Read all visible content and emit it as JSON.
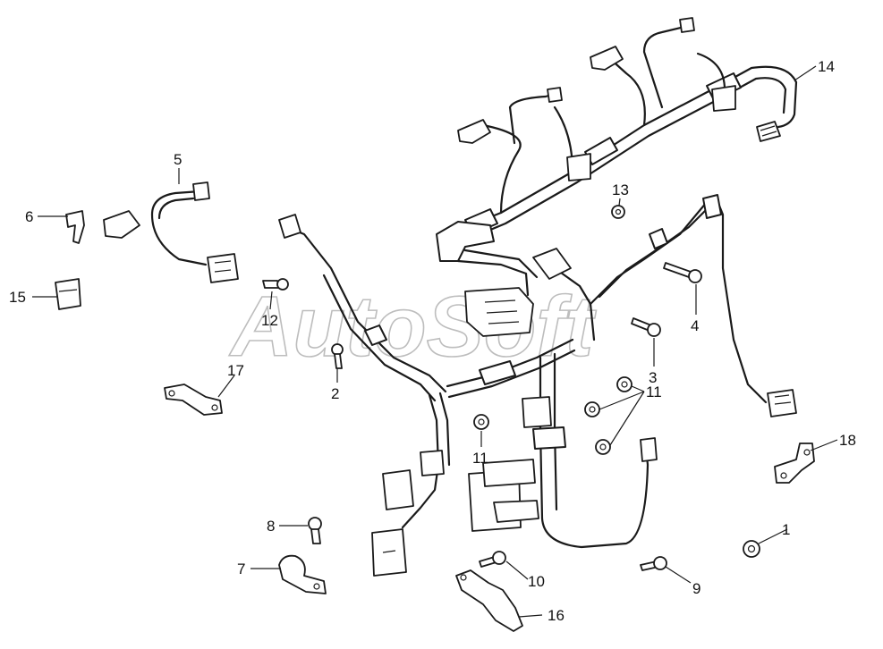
{
  "watermark": "AutoSoft",
  "callouts": [
    {
      "id": "1",
      "label": "1"
    },
    {
      "id": "2",
      "label": "2"
    },
    {
      "id": "3",
      "label": "3"
    },
    {
      "id": "4",
      "label": "4"
    },
    {
      "id": "5",
      "label": "5"
    },
    {
      "id": "6",
      "label": "6"
    },
    {
      "id": "7",
      "label": "7"
    },
    {
      "id": "8",
      "label": "8"
    },
    {
      "id": "9",
      "label": "9"
    },
    {
      "id": "10",
      "label": "10"
    },
    {
      "id": "11a",
      "label": "11"
    },
    {
      "id": "11b",
      "label": "11"
    },
    {
      "id": "12",
      "label": "12"
    },
    {
      "id": "13",
      "label": "13"
    },
    {
      "id": "14",
      "label": "14"
    },
    {
      "id": "15",
      "label": "15"
    },
    {
      "id": "16",
      "label": "16"
    },
    {
      "id": "17",
      "label": "17"
    },
    {
      "id": "18",
      "label": "18"
    }
  ]
}
